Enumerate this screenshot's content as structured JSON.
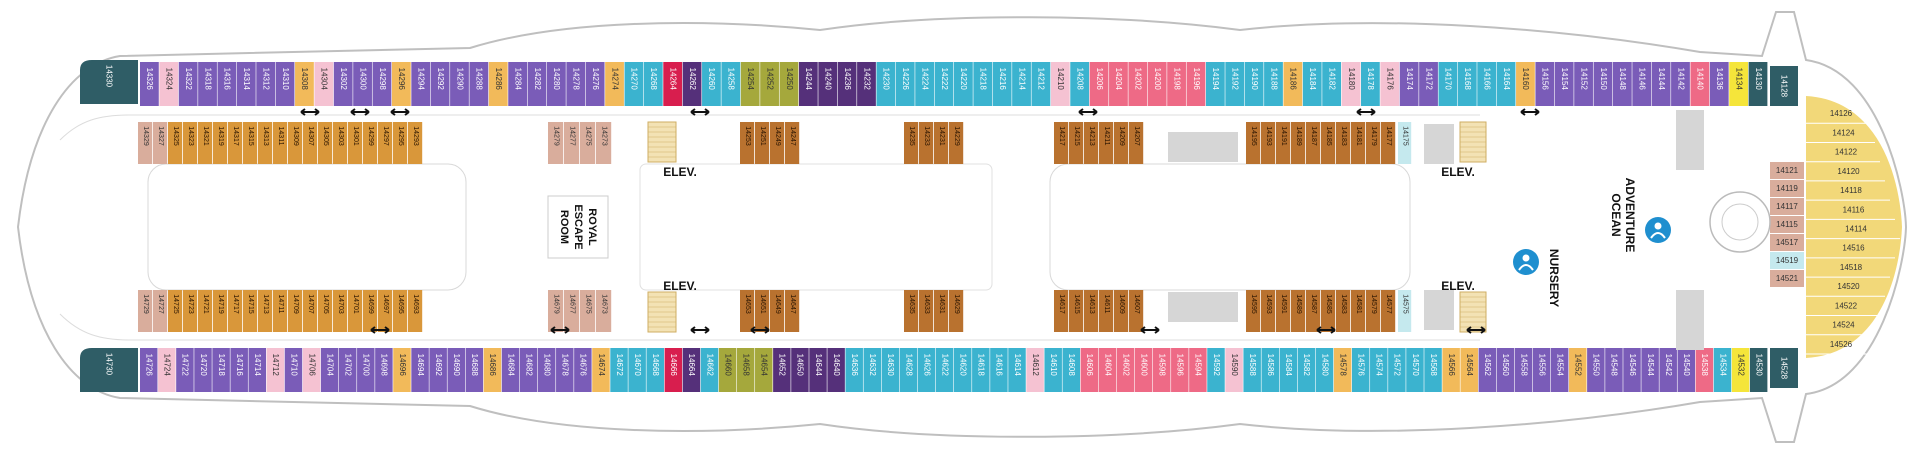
{
  "deck_plan": {
    "colors": {
      "purple": "#7a5cb8",
      "dark_purple": "#55307a",
      "orange": "#f2ba5a",
      "teal": "#3bb3cf",
      "pink": "#ee6a86",
      "magenta": "#d81e4e",
      "olive": "#a5a83c",
      "light_pink": "#f5c2d2",
      "yellow": "#f5e53a",
      "dark_teal": "#2f5d66",
      "brown": "#b9722f",
      "gold": "#d9973a",
      "tan": "#d9ad9c",
      "bow_yellow": "#f2d879",
      "light_blue": "#c5e9ee",
      "grey": "#d6d6d6",
      "hull": "#ffffff",
      "outline": "#bfbfbf"
    },
    "top_row": [
      "14330",
      "14326",
      "14324",
      "14322",
      "14318",
      "14316",
      "14314",
      "14312",
      "14310",
      "14308",
      "14304",
      "14302",
      "14300",
      "14298",
      "14296",
      "14294",
      "14292",
      "14290",
      "14288",
      "14286",
      "14284",
      "14282",
      "14280",
      "14278",
      "14276",
      "14274",
      "14270",
      "14268",
      "14264",
      "14262",
      "14260",
      "14258",
      "14254",
      "14252",
      "14250",
      "14244",
      "14240",
      "14236",
      "14232",
      "14230",
      "14226",
      "14224",
      "14222",
      "14220",
      "14218",
      "14216",
      "14214",
      "14212",
      "14210",
      "14208",
      "14206",
      "14204",
      "14202",
      "14200",
      "14198",
      "14196",
      "14194",
      "14192",
      "14190",
      "14188",
      "14186",
      "14184",
      "14182",
      "14180",
      "14178",
      "14176",
      "14174",
      "14172",
      "14170",
      "14168",
      "14166",
      "14164",
      "14160",
      "14156",
      "14154",
      "14152",
      "14150",
      "14148",
      "14146",
      "14144",
      "14142",
      "14140",
      "14136",
      "14134",
      "14130",
      "14128"
    ],
    "bottom_row": [
      "14730",
      "14726",
      "14724",
      "14722",
      "14720",
      "14718",
      "14716",
      "14714",
      "14712",
      "14710",
      "14706",
      "14704",
      "14702",
      "14700",
      "14698",
      "14696",
      "14694",
      "14692",
      "14690",
      "14688",
      "14686",
      "14684",
      "14682",
      "14680",
      "14678",
      "14676",
      "14674",
      "14672",
      "14670",
      "14668",
      "14666",
      "14664",
      "14662",
      "14660",
      "14658",
      "14654",
      "14652",
      "14650",
      "14644",
      "14640",
      "14636",
      "14632",
      "14630",
      "14628",
      "14626",
      "14622",
      "14620",
      "14618",
      "14616",
      "14614",
      "14612",
      "14610",
      "14608",
      "14606",
      "14604",
      "14602",
      "14600",
      "14598",
      "14596",
      "14594",
      "14592",
      "14590",
      "14588",
      "14586",
      "14584",
      "14582",
      "14580",
      "14578",
      "14576",
      "14574",
      "14572",
      "14570",
      "14568",
      "14566",
      "14564",
      "14562",
      "14560",
      "14558",
      "14556",
      "14554",
      "14552",
      "14550",
      "14548",
      "14546",
      "14544",
      "14542",
      "14540",
      "14538",
      "14534",
      "14532",
      "14530",
      "14528"
    ],
    "inner_top": [
      "14329",
      "14327",
      "14325",
      "14323",
      "14321",
      "14319",
      "14317",
      "14315",
      "14313",
      "14311",
      "14309",
      "14307",
      "14305",
      "14303",
      "14301",
      "14299",
      "14297",
      "14295",
      "14293",
      "14279",
      "14277",
      "14275",
      "14273",
      "14253",
      "14251",
      "14249",
      "14247",
      "14235",
      "14233",
      "14231",
      "14229",
      "14217",
      "14215",
      "14213",
      "14211",
      "14209",
      "14207",
      "14195",
      "14193",
      "14191",
      "14189",
      "14187",
      "14185",
      "14183",
      "14181",
      "14179",
      "14177",
      "14175"
    ],
    "inner_bottom": [
      "14729",
      "14727",
      "14725",
      "14723",
      "14721",
      "14719",
      "14717",
      "14715",
      "14713",
      "14711",
      "14709",
      "14707",
      "14705",
      "14703",
      "14701",
      "14699",
      "14697",
      "14695",
      "14693",
      "14679",
      "14677",
      "14675",
      "14673",
      "14653",
      "14651",
      "14649",
      "14647",
      "14635",
      "14633",
      "14631",
      "14629",
      "14617",
      "14615",
      "14613",
      "14611",
      "14609",
      "14607",
      "14595",
      "14593",
      "14591",
      "14589",
      "14587",
      "14585",
      "14583",
      "14581",
      "14579",
      "14577",
      "14575"
    ],
    "bow_cabins": [
      "14126",
      "14124",
      "14122",
      "14120",
      "14118",
      "14116",
      "14114",
      "14516",
      "14518",
      "14520",
      "14522",
      "14524",
      "14526"
    ],
    "forward_inner": [
      "14121",
      "14119",
      "14117",
      "14115",
      "14517",
      "14519",
      "14521"
    ],
    "venues": {
      "escape_room": "ROYAL ESCAPE ROOM",
      "elev": "ELEV.",
      "adventure_ocean": "ADVENTURE OCEAN",
      "nursery": "NURSERY"
    }
  }
}
